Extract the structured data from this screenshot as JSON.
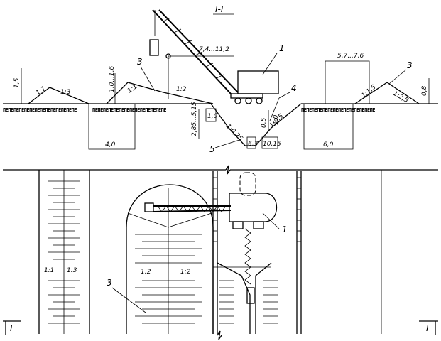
{
  "section_title": "I-I",
  "soil_hatch": "ΠΕΠΕΠΕΠΕΠΕΠΕΠΕΠΕΠΕΠΕΠΕΠΕΠΕΠΕ",
  "callouts": {
    "c1_top": "1",
    "c3_left": "3",
    "c3_right": "3",
    "c4": "4",
    "c5": "5",
    "c1_plan": "1",
    "c3_plan": "3"
  },
  "dimensions": {
    "boom_reach": "7,4...11,2",
    "right_span": "5,7...7,6",
    "left_base": "4,0",
    "right_base": "6,0",
    "left_spoil_height": "1,5",
    "mid_spoil_height": "1,0...1,6",
    "right_spoil_height": "0,8",
    "pit_depth": "2,85...5,15",
    "bench_right": "1,0",
    "pit_step": "1,0",
    "pit_inner": "0,5",
    "pit_bottom_a": "6,3",
    "pit_bottom_b": "10,15"
  },
  "slopes": {
    "left_a": "1:1",
    "left_b": "1:3",
    "mid_a": "1:1",
    "mid_b": "1:2",
    "right_a": "1:1,5",
    "right_b": "1:2,5",
    "pit_a": "1:0,25",
    "pit_b": "1:0,5",
    "plan_left_a": "1:1",
    "plan_left_b": "1:3",
    "plan_mid_a": "1:2",
    "plan_mid_b": "1:2"
  },
  "section_marks": {
    "left": "I",
    "right": "I"
  }
}
